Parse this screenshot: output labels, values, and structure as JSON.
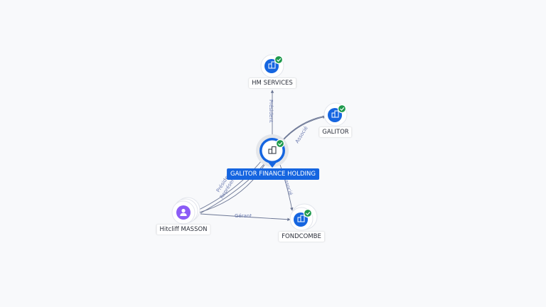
{
  "nodes": {
    "hm_services": {
      "label": "HM SERVICES",
      "kind": "company",
      "verified": true,
      "icon": "building-icon"
    },
    "galitor": {
      "label": "GALITOR",
      "kind": "company",
      "verified": true,
      "icon": "building-icon"
    },
    "main": {
      "label": "GALITOR FINANCE HOLDING",
      "kind": "company",
      "verified": true,
      "icon": "building-icon"
    },
    "fondcombe": {
      "label": "FONDCOMBE",
      "kind": "company",
      "verified": true,
      "icon": "building-icon"
    },
    "person": {
      "label": "Hitcliff MASSON",
      "kind": "person",
      "verified": false,
      "icon": "person-icon"
    }
  },
  "edges": [
    {
      "from": "main",
      "to": "hm_services",
      "label": "Président"
    },
    {
      "from": "main",
      "to": "galitor",
      "label": "Associé"
    },
    {
      "from": "main",
      "to": "fondcombe",
      "label": "Associé"
    },
    {
      "from": "person",
      "to": "main",
      "label": "Président"
    },
    {
      "from": "person",
      "to": "main",
      "label": "Représentant"
    },
    {
      "from": "person",
      "to": "galitor",
      "label": ""
    },
    {
      "from": "person",
      "to": "fondcombe",
      "label": "Gérant"
    }
  ],
  "colors": {
    "company": "#1565e0",
    "person": "#8b5cf6",
    "verified": "#1f9a4d",
    "edge": "#6b7694",
    "edge_label": "#6c7bb0"
  }
}
